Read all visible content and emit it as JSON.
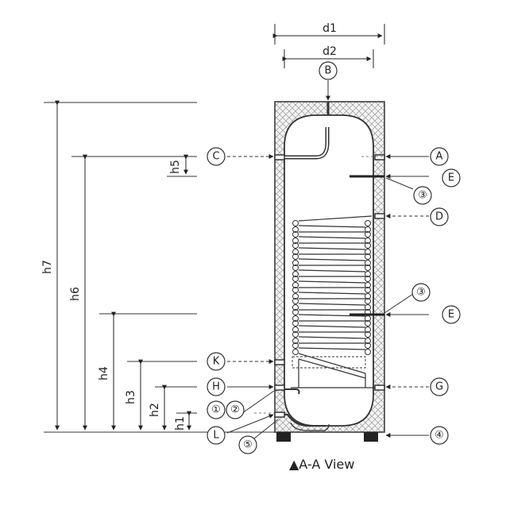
{
  "dimensions": {
    "d1": "d1",
    "d2": "d2",
    "h1": "h1",
    "h2": "h2",
    "h3": "h3",
    "h4": "h4",
    "h5": "h5",
    "h6": "h6",
    "h7": "h7"
  },
  "connections": {
    "A": "A",
    "B": "B",
    "C": "C",
    "D": "D",
    "E1": "E",
    "E2": "E",
    "G": "G",
    "H": "H",
    "K": "K",
    "L": "L"
  },
  "numbered": {
    "n1": "①",
    "n2": "②",
    "n3a": "③",
    "n3b": "③",
    "n4": "④",
    "n5": "⑤"
  },
  "caption": "▲A-A View"
}
